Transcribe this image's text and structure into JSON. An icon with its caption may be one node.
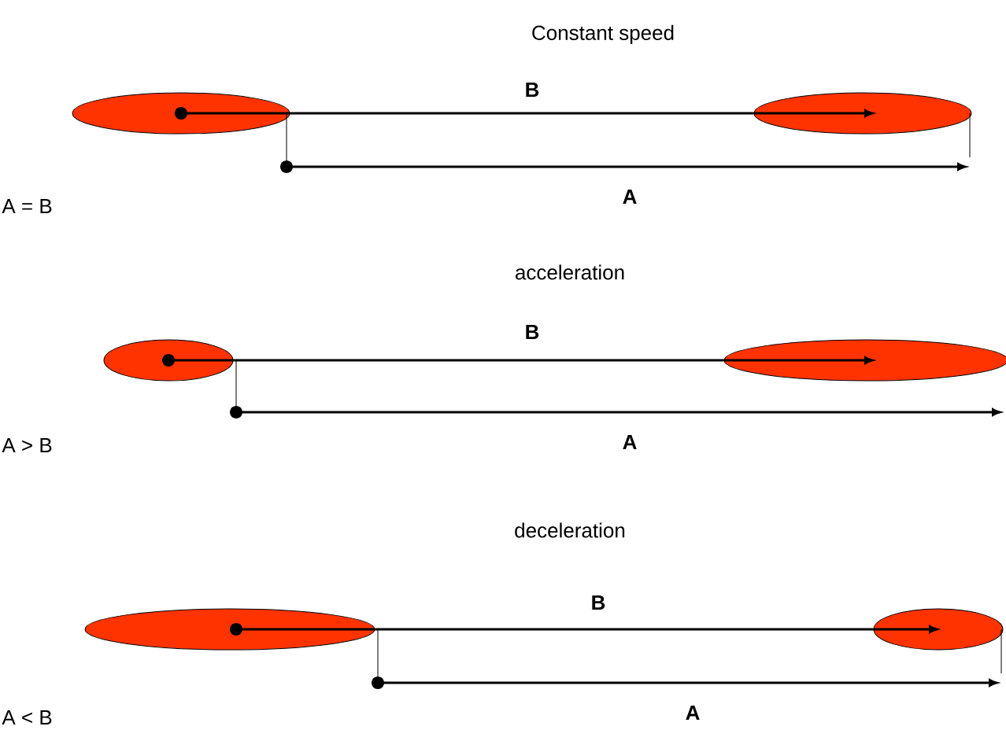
{
  "diagram": {
    "labels": [
      "Constant speed",
      "B",
      "A",
      "A = B",
      "acceleration",
      "B",
      "A",
      "A > B",
      "deceleration",
      "B",
      "A",
      "A < B"
    ]
  }
}
